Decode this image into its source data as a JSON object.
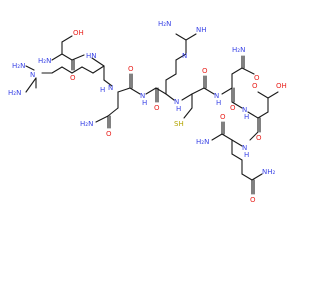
{
  "molecule": {
    "atoms": {
      "ser_nh2": "H₂N",
      "ser_oh": "OH",
      "arg1_nh": "HN",
      "arg1_o": "O",
      "arg1_guan_nh": "NH",
      "arg1_guan_nh2": "H₂N",
      "arg1_guan_n": "N",
      "asn1_nh": "N",
      "asn1_h": "H",
      "asn1_o": "O",
      "asn1_side_o": "O",
      "asn1_side_nh2": "H₂N",
      "arg2_nh": "N",
      "arg2_h": "H",
      "arg2_o": "O",
      "arg2_guan_nh2": "H₂N",
      "arg2_guan_nh": "NH",
      "arg2_guan_n": "N",
      "cys_nh": "N",
      "cys_h": "H",
      "cys_o": "O",
      "cys_sh": "SH",
      "asn2_nh": "N",
      "asn2_h": "H",
      "asn2_o": "O",
      "asn2_side_nh2": "H₂N",
      "asn2_side_o": "O",
      "asp_nh": "N",
      "asp_h": "H",
      "asp_o": "O",
      "asp_oh": "OH",
      "asp_side_o": "O",
      "gln_nh": "N",
      "gln_h": "H",
      "gln_o": "O",
      "gln_nh2": "H₂N",
      "gln_side_nh2": "NH₂",
      "gln_side_o": "O"
    }
  }
}
